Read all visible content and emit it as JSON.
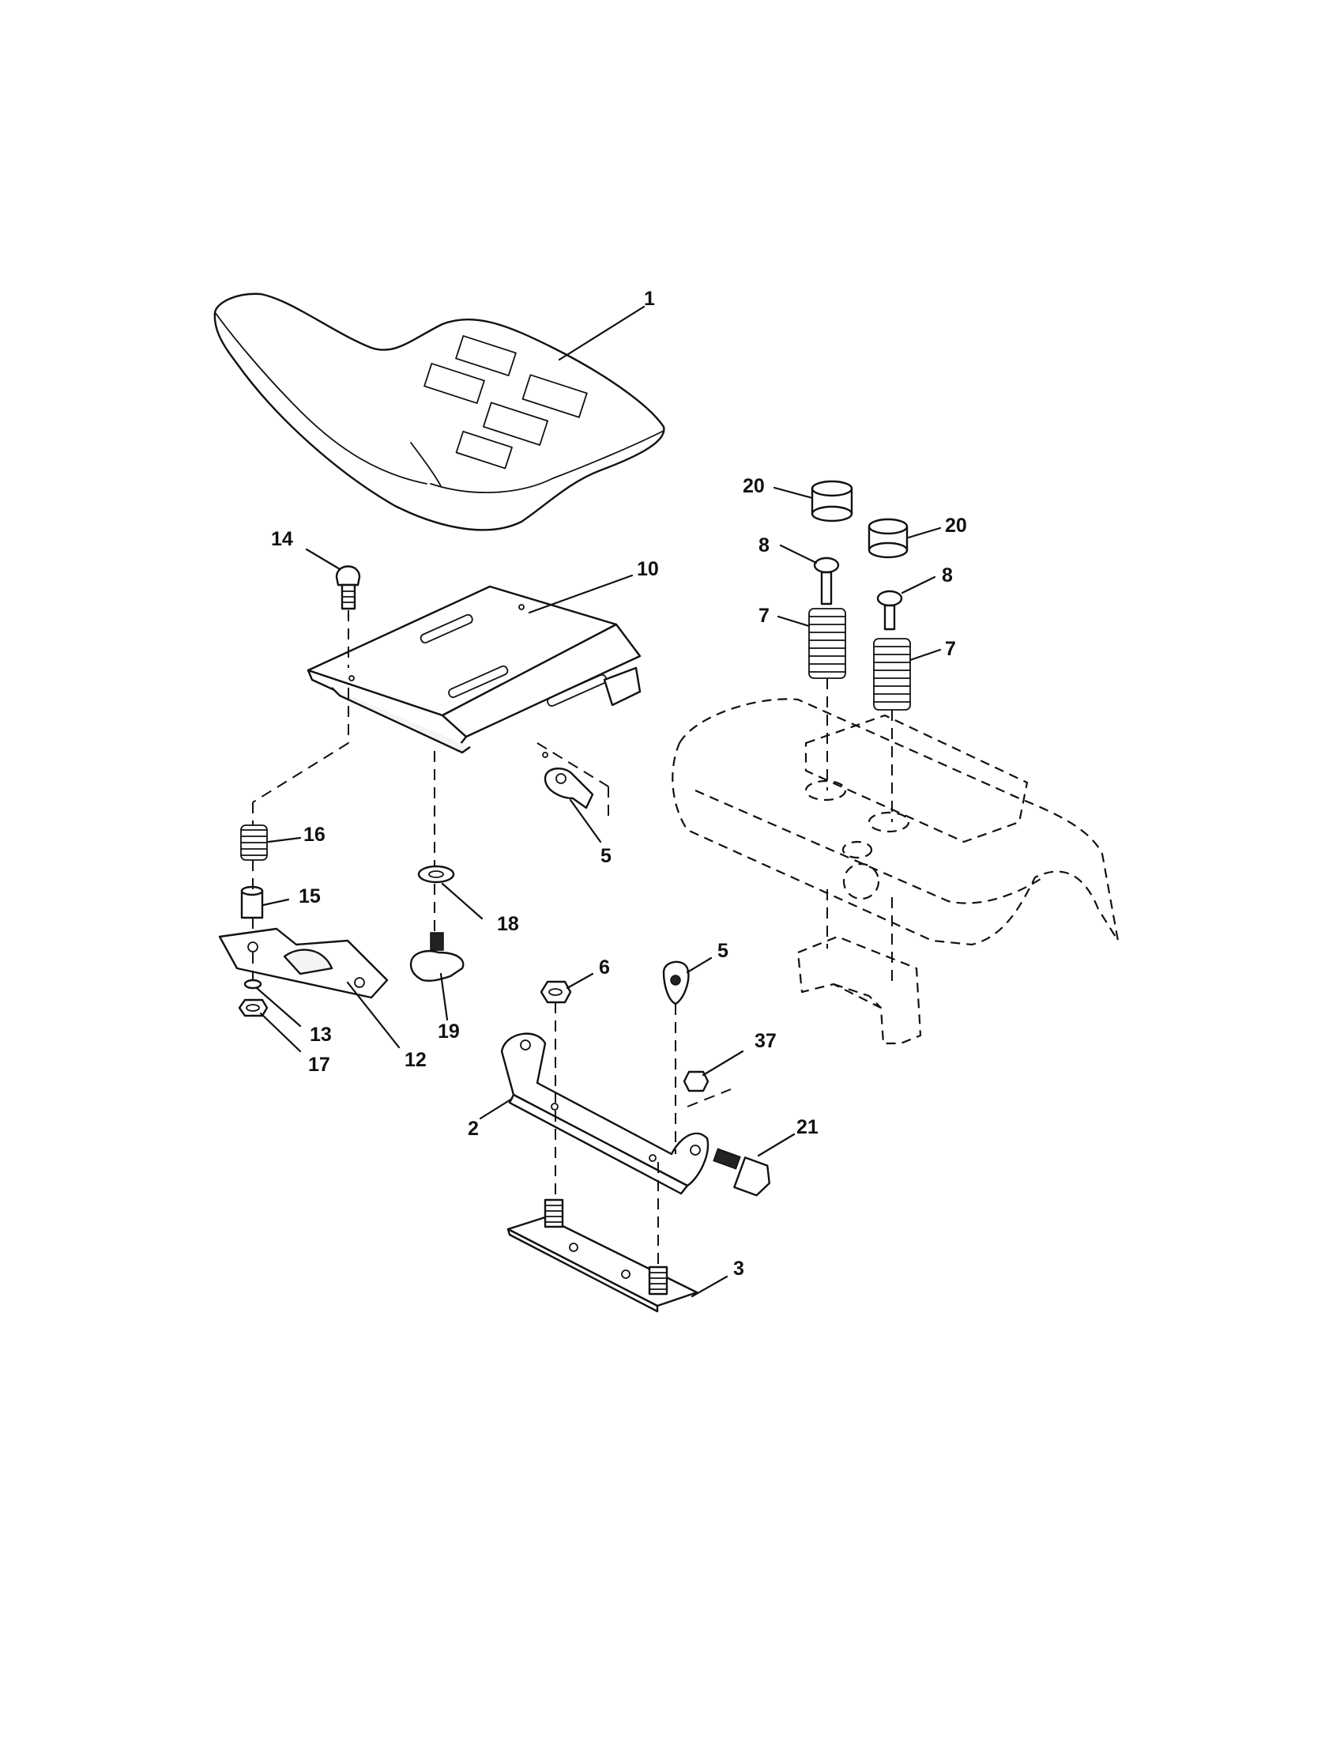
{
  "diagram": {
    "background": "#ffffff",
    "line_color": "#111111",
    "callouts": {
      "c1": "1",
      "c2": "2",
      "c3": "3",
      "c5a": "5",
      "c5b": "5",
      "c6": "6",
      "c7a": "7",
      "c7b": "7",
      "c8a": "8",
      "c8b": "8",
      "c10": "10",
      "c12": "12",
      "c13": "13",
      "c14": "14",
      "c15": "15",
      "c16": "16",
      "c17": "17",
      "c18": "18",
      "c19": "19",
      "c20a": "20",
      "c20b": "20",
      "c21": "21",
      "c37": "37"
    }
  }
}
